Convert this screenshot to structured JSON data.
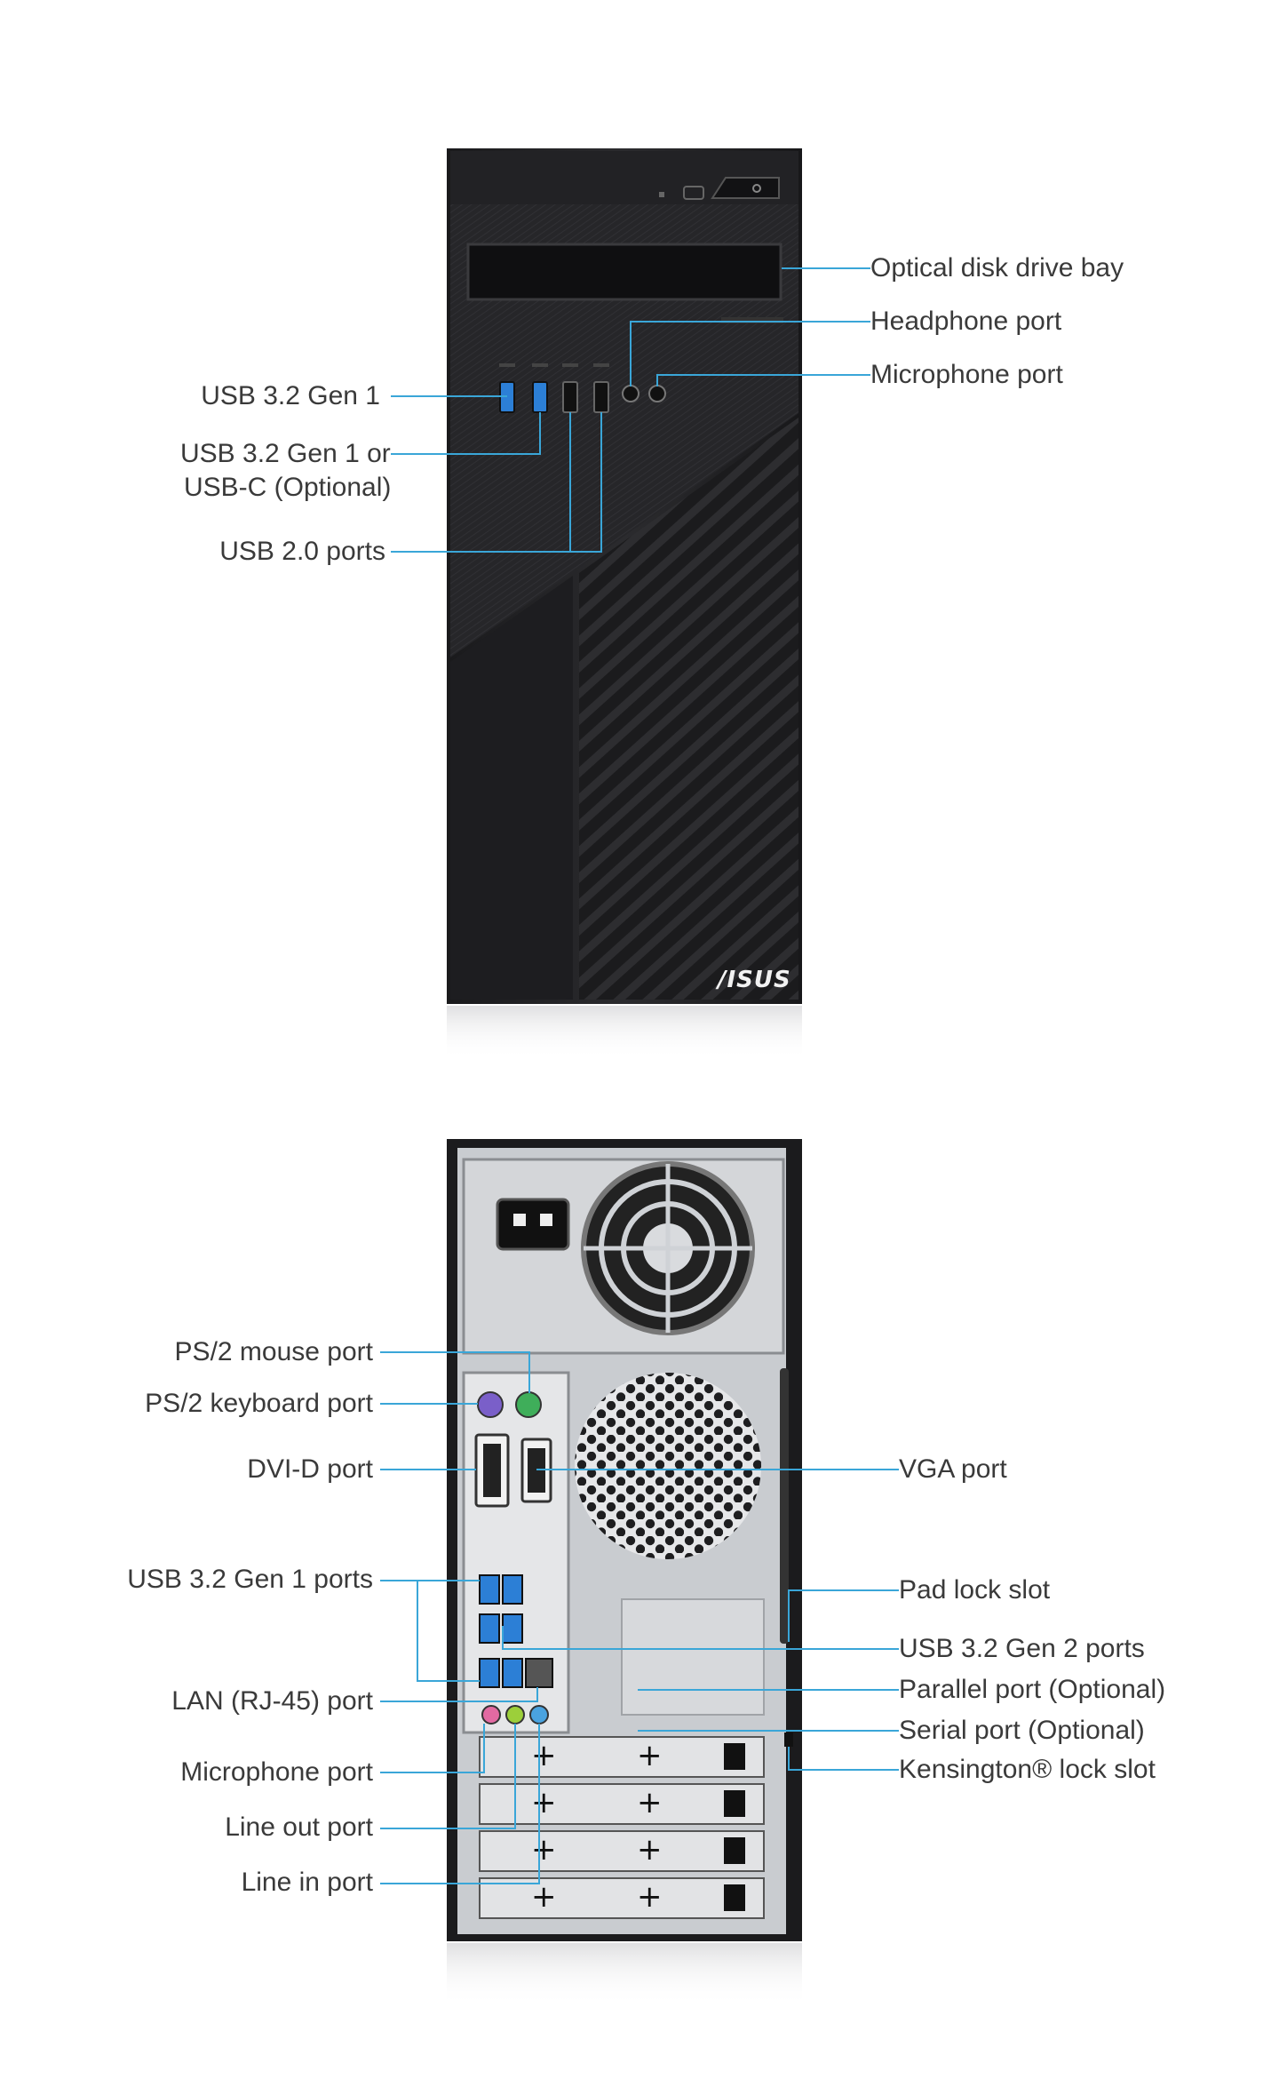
{
  "front": {
    "brand": "/ISUS",
    "callouts": {
      "optical": "Optical disk drive bay",
      "headphone": "Headphone port",
      "microphone": "Microphone port",
      "usb32gen1": "USB 3.2 Gen 1",
      "usb32gen1_or_c_line1": "USB 3.2 Gen 1 or",
      "usb32gen1_or_c_line2": "USB-C (Optional)",
      "usb20": "USB 2.0 ports"
    }
  },
  "rear": {
    "callouts_left": {
      "ps2_mouse": "PS/2 mouse port",
      "ps2_keyboard": "PS/2 keyboard port",
      "dvid": "DVI-D port",
      "usb32gen1_ports": "USB 3.2 Gen 1 ports",
      "lan": "LAN (RJ-45) port",
      "microphone": "Microphone port",
      "line_out": "Line out port",
      "line_in": "Line in port"
    },
    "callouts_right": {
      "vga": "VGA port",
      "padlock": "Pad lock slot",
      "usb32gen2": "USB 3.2 Gen 2 ports",
      "parallel": "Parallel port (Optional)",
      "serial": "Serial port (Optional)",
      "kensington": "Kensington®  lock slot"
    }
  },
  "colors": {
    "leader": "#3aa6d8",
    "label": "#3a3a3a",
    "case": "#1c1c1e",
    "case_panel": "#2a2a2c",
    "usb3": "#2c7fd6",
    "ps2_mouse": "#3fae5a",
    "ps2_keyboard": "#7a5fc9",
    "audio_pink": "#e26aa2",
    "audio_green": "#9ccf3a",
    "audio_blue": "#4aa3df",
    "metal": "#c9ccd0"
  }
}
